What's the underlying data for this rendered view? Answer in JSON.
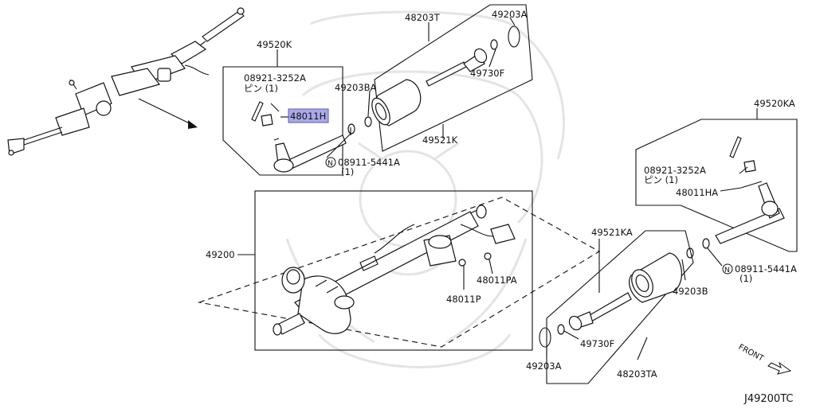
{
  "diagram_id": "J49200TC",
  "front_label": "FRONT",
  "highlight_color": "#a9a9e8",
  "labels": {
    "l_48203T": "48203T",
    "l_49203A_top": "49203A",
    "l_49520K": "49520K",
    "l_08921_left": "08921-3252A",
    "l_pin_left": "ピン (1)",
    "l_48011H": "48011H",
    "l_49203BA": "49203BA",
    "l_49730F_top": "49730F",
    "l_49521K": "49521K",
    "l_08911_left": "08911-5441A",
    "l_qty_left": "(1)",
    "l_49520KA": "49520KA",
    "l_08921_right": "08921-3252A",
    "l_pin_right": "ピン (1)",
    "l_48011HA": "48011HA",
    "l_08911_right": "08911-5441A",
    "l_qty_right": "(1)",
    "l_49200": "49200",
    "l_48011PA": "48011PA",
    "l_48011P": "48011P",
    "l_49521KA": "49521KA",
    "l_49203B": "49203B",
    "l_49730F_bot": "49730F",
    "l_49203A_bot": "49203A",
    "l_48203TA": "48203TA"
  }
}
